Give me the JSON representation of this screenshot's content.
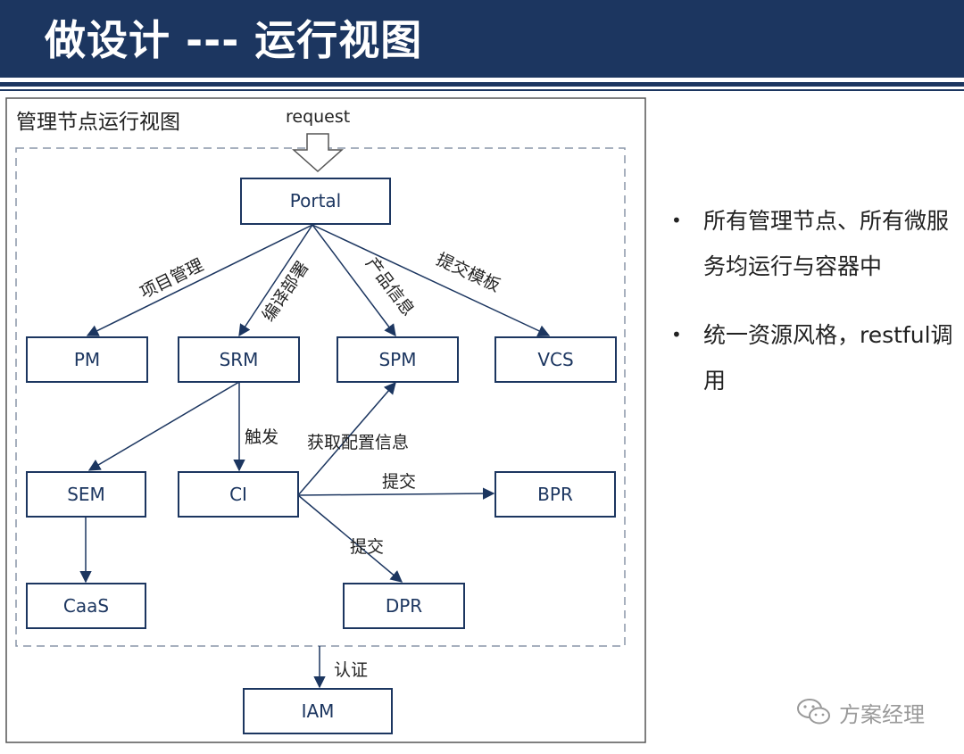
{
  "header": {
    "title": "做设计 --- 运行视图"
  },
  "panel": {
    "title": "管理节点运行视图",
    "request_label": "request"
  },
  "nodes": {
    "portal": "Portal",
    "pm": "PM",
    "srm": "SRM",
    "spm": "SPM",
    "vcs": "VCS",
    "sem": "SEM",
    "ci": "CI",
    "bpr": "BPR",
    "caas": "CaaS",
    "dpr": "DPR",
    "iam": "IAM"
  },
  "edges": {
    "portal_pm": "项目管理",
    "portal_srm": "编译部署",
    "portal_spm": "产品信息",
    "portal_vcs": "提交模板",
    "srm_ci": "触发",
    "ci_spm": "获取配置信息",
    "ci_bpr": "提交",
    "ci_dpr": "提交",
    "iam": "认证"
  },
  "bullets": [
    "所有管理节点、所有微服务均运行与容器中",
    "统一资源风格，restful调用"
  ],
  "watermark": {
    "text": "方案经理"
  },
  "colors": {
    "header": "#1c3660",
    "box_border": "#1c3660",
    "text": "#222222"
  }
}
